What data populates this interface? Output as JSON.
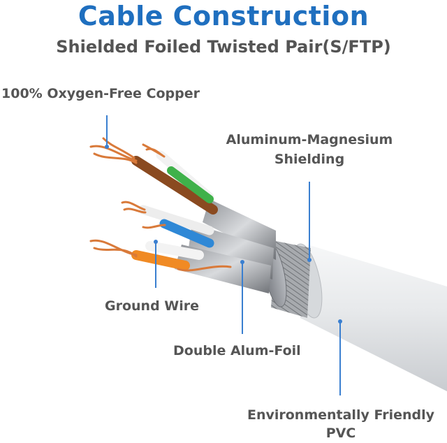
{
  "header": {
    "title": "Cable Construction",
    "subtitle": "Shielded Foiled Twisted Pair(S/FTP)"
  },
  "callouts": {
    "copper": "100% Oxygen-Free Copper",
    "shield_line1": "Aluminum-Magnesium",
    "shield_line2": "Shielding",
    "ground": "Ground Wire",
    "foil": "Double Alum-Foil",
    "pvc_line1": "Environmentally Friendly",
    "pvc_line2": "PVC"
  },
  "colors": {
    "title": "#1f6fbf",
    "text": "#555555",
    "leader": "#3a7fd0",
    "jacket": "#e4e6e8",
    "copper": "#d97a3a",
    "green": "#3fb14a",
    "blue": "#2f88d6",
    "orange": "#f08a24",
    "brown": "#8a4a20"
  }
}
